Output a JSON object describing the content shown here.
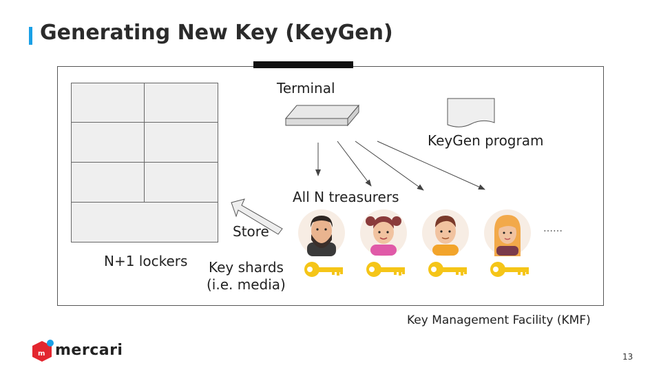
{
  "slide": {
    "title": "Generating New Key (KeyGen)",
    "page_number": "13",
    "accent_color": "#1aa0e6"
  },
  "diagram": {
    "terminal_label": "Terminal",
    "program_label": "KeyGen program",
    "treasurers_label": "All N treasurers",
    "store_label": "Store",
    "lockers_label": "N+1 lockers",
    "shards_label_line1": "Key shards",
    "shards_label_line2": "(i.e. media)",
    "ellipsis": "……",
    "kmf_label": "Key Management Facility (KMF)",
    "treasurers": [
      {
        "icon": "bearded-man-avatar-icon"
      },
      {
        "icon": "girl-pigtails-avatar-icon"
      },
      {
        "icon": "young-man-avatar-icon"
      },
      {
        "icon": "blonde-woman-avatar-icon"
      }
    ],
    "key_color": "#f5c518"
  },
  "brand": {
    "logo_text": "mercari",
    "logo_color": "#e3262f"
  }
}
